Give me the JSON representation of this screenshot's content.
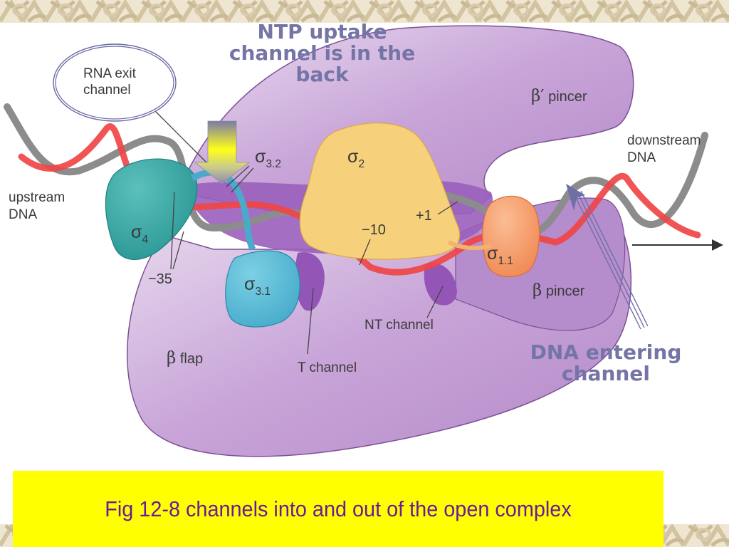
{
  "slide": {
    "caption": "Fig 12-8 channels into and out of the open complex",
    "colors": {
      "caption_bg": "#ffff00",
      "caption_text": "#6a1a9a",
      "callout_text": "#7474a6",
      "border_pattern": "#d6c9a6",
      "polymerase": "#c49bd4",
      "sigma2": "#f7d37c",
      "sigma3": "#5bb7cf",
      "sigma4": "#2e9e9a",
      "sigma11": "#f49a6a",
      "dna_template": "#9a9a9a",
      "dna_nontemplate": "#ef3a3a"
    }
  },
  "callouts": {
    "ntp_uptake": "NTP uptake channel is in the back",
    "ntp_uptake_lines": [
      "NTP uptake",
      "channel is in the",
      "back"
    ],
    "dna_entering_lines": [
      "DNA entering",
      "channel"
    ],
    "rna_exit_lines": [
      "RNA exit",
      "channel"
    ]
  },
  "labels": {
    "upstream_dna": [
      "upstream",
      "DNA"
    ],
    "downstream_dna": [
      "downstream",
      "DNA"
    ],
    "beta_prime_pincer": {
      "symbol": "β′",
      "text": "pincer"
    },
    "beta_pincer": {
      "symbol": "β",
      "text": "pincer"
    },
    "beta_flap": {
      "symbol": "β",
      "text": "flap"
    },
    "t_channel": "T channel",
    "nt_channel": "NT channel",
    "minus35": "−35",
    "minus10": "−10",
    "plus1": "+1",
    "sigma2": {
      "symbol": "σ",
      "sub": "2"
    },
    "sigma32": {
      "symbol": "σ",
      "sub": "3.2"
    },
    "sigma31": {
      "symbol": "σ",
      "sub": "3.1"
    },
    "sigma4": {
      "symbol": "σ",
      "sub": "4"
    },
    "sigma11": {
      "symbol": "σ",
      "sub": "1.1"
    }
  },
  "icons": {
    "ntp_arrow": "down-arrow-icon",
    "dna_entry_arrow": "up-arrow-icon",
    "direction_arrow": "right-arrow-icon"
  }
}
